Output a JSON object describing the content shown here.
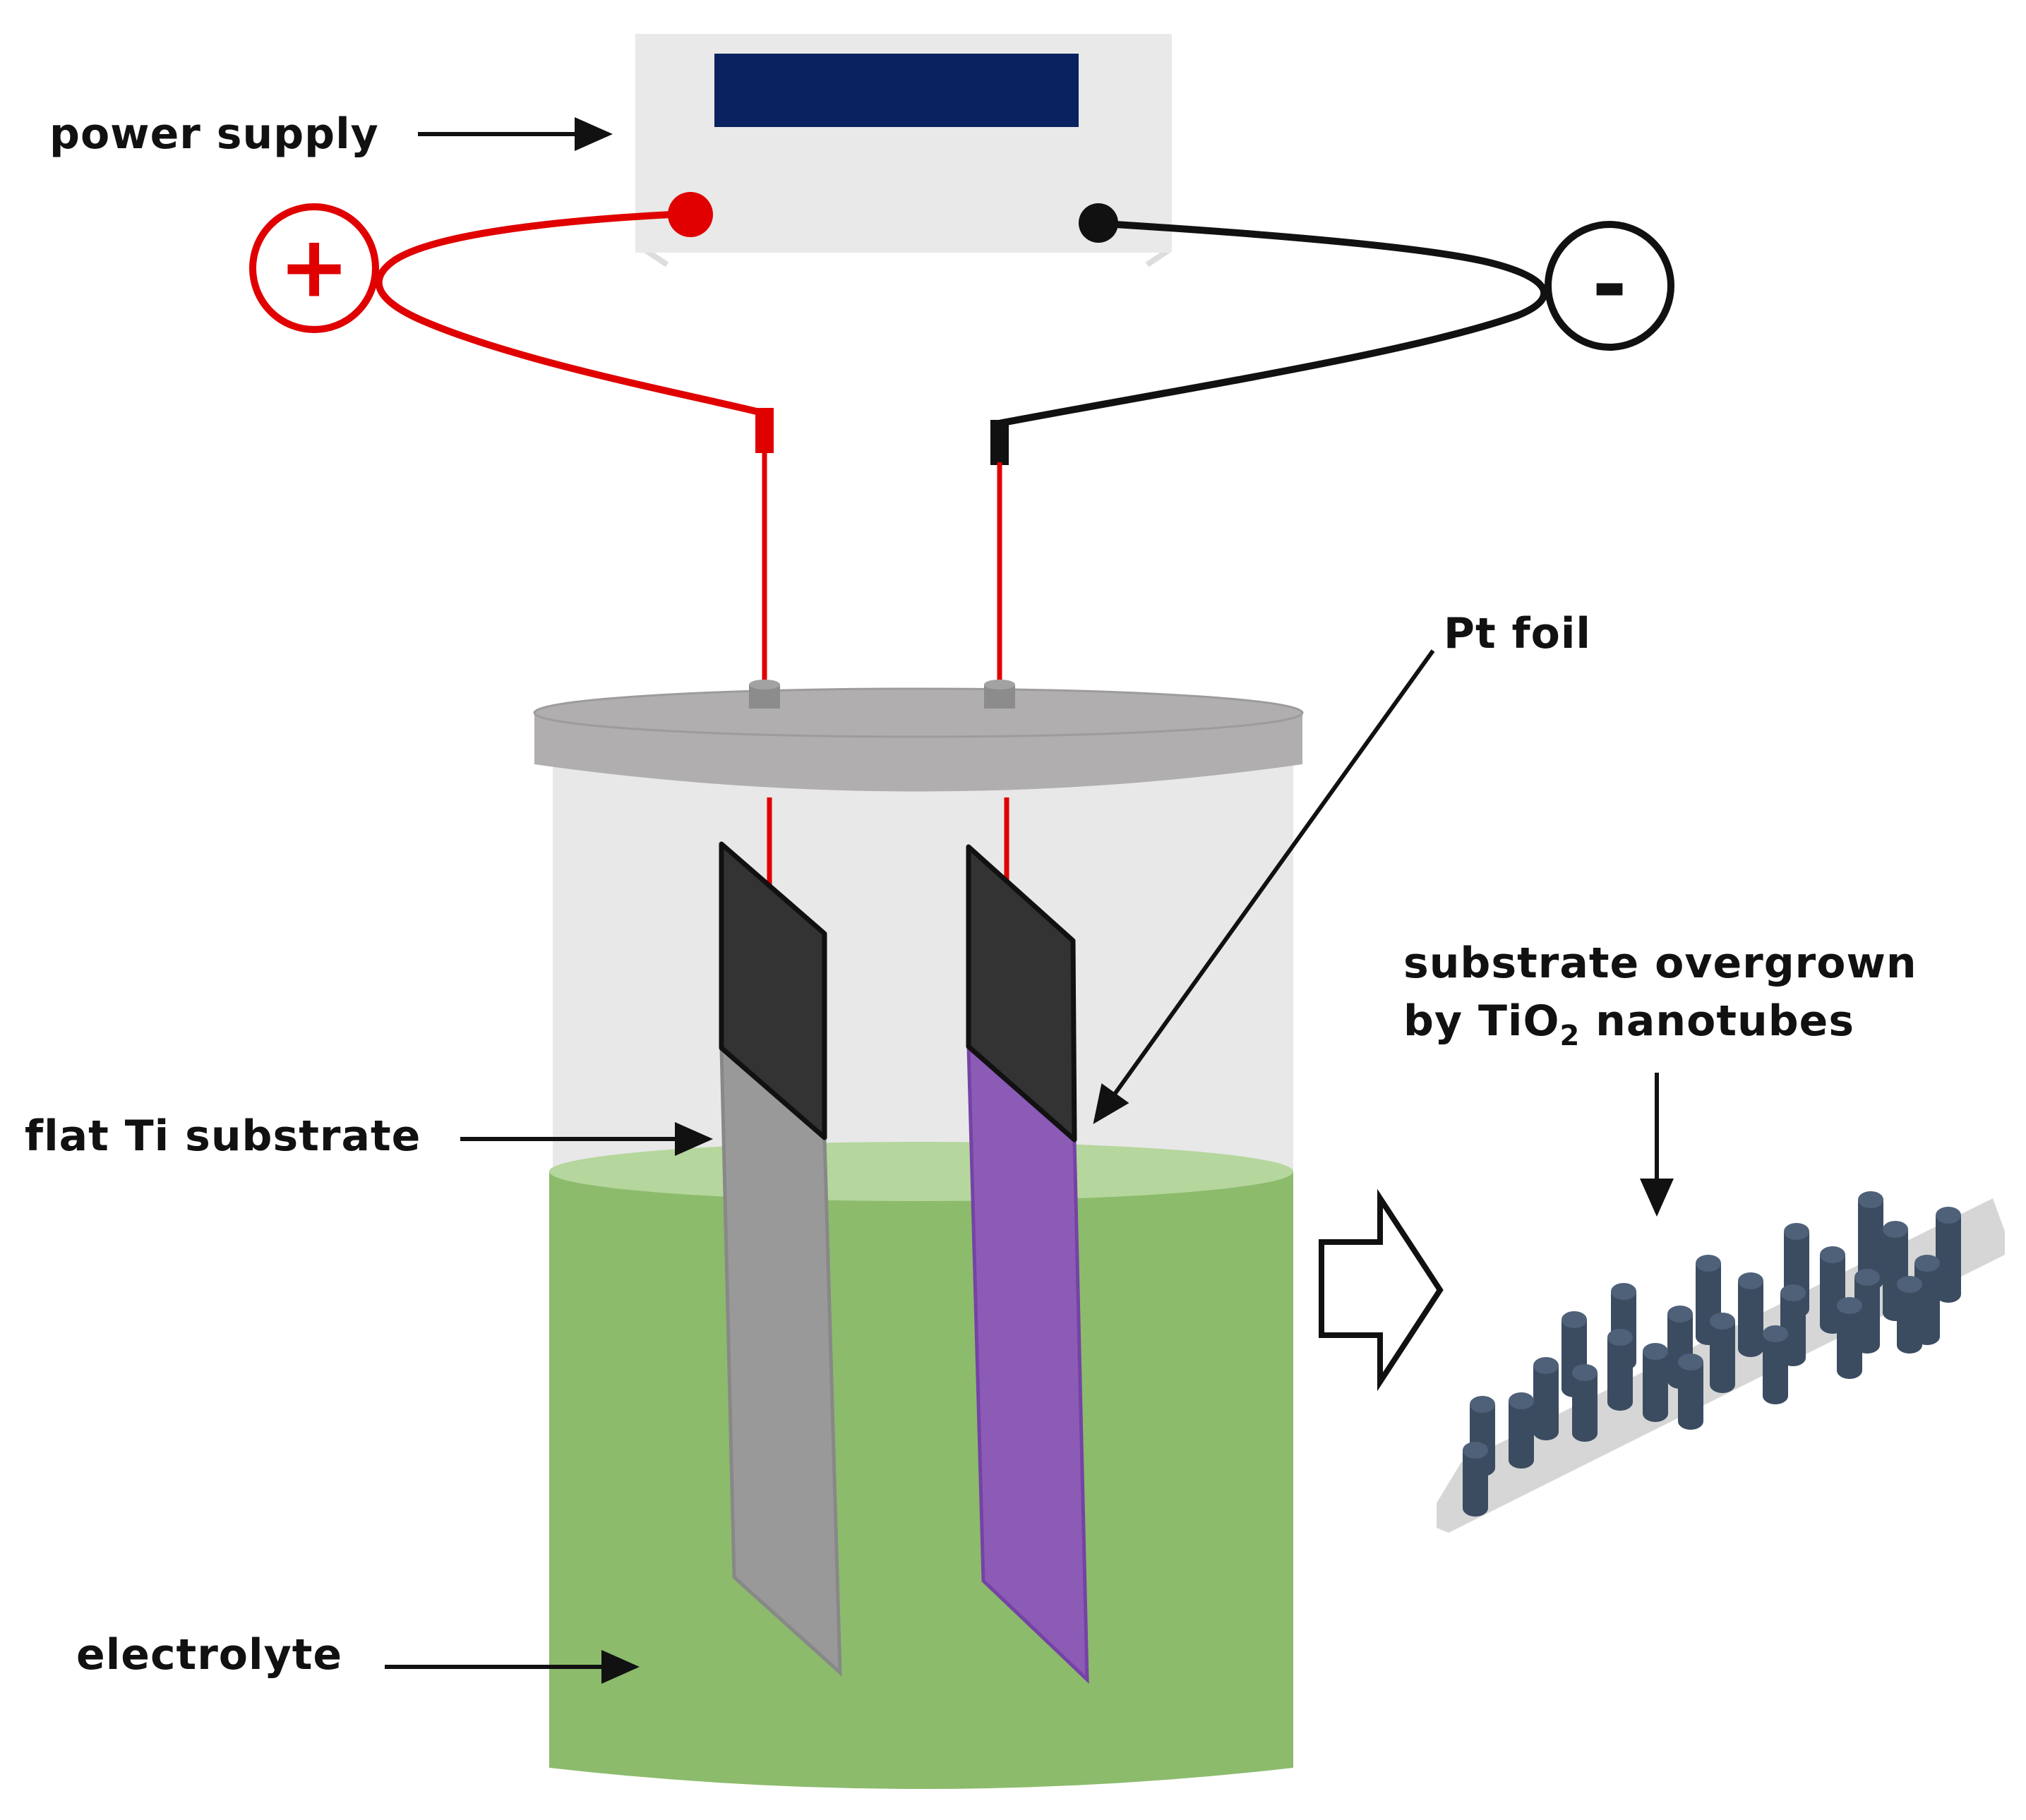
{
  "labels": {
    "power_supply": "power supply",
    "plus": "+",
    "minus": "-",
    "pt_foil": "Pt foil",
    "result_line1": "substrate overgrown",
    "result_line2_pre": "by TiO",
    "result_line2_sub": "2",
    "result_line2_post": " nanotubes",
    "flat_ti": "flat Ti substrate",
    "electrolyte": "electrolyte"
  },
  "colors": {
    "display": "#0b2260",
    "supply_body": "#e9e9e9",
    "anode_wire": "#e00000",
    "cathode_wire": "#111111",
    "lid": "#b0aeae",
    "beaker": "#e8e8e8",
    "electrolyte": "#8cbb6c",
    "electrolyte_surface": "#b5d69d",
    "ti_substrate": "#999999",
    "pt_foil": "#8c5bb5",
    "clip": "#333333",
    "nanotube": "#3b4c61",
    "plate": "#d6d6d6"
  }
}
